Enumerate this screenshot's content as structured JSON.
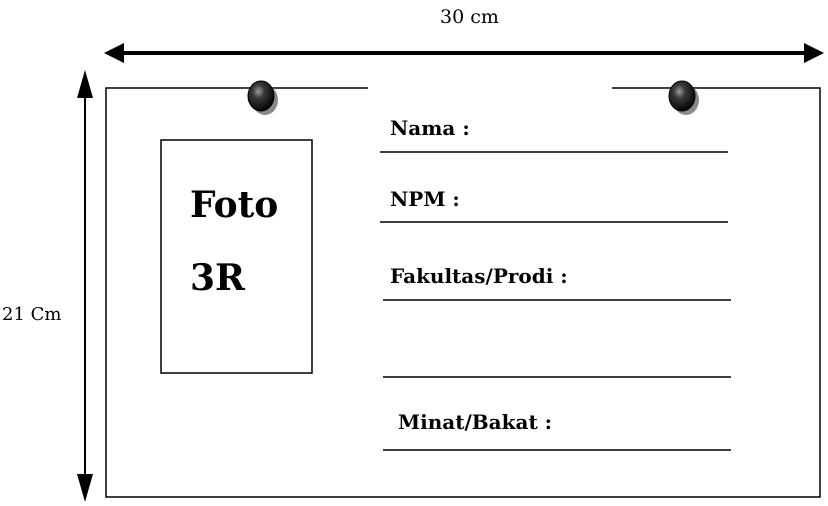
{
  "dimensions": {
    "width_label": "30 cm",
    "height_label": "21 Cm"
  },
  "photo_box": {
    "line1": "Foto",
    "line2": "3R"
  },
  "fields": {
    "nama": "Nama :",
    "npm": "NPM :",
    "fakultas_prodi": "Fakultas/Prodi :",
    "minat_bakat": "Minat/Bakat :"
  },
  "colors": {
    "ink": "#000000",
    "pin_dark": "#1a1a1a",
    "pin_shadow": "#8a8a8a"
  }
}
